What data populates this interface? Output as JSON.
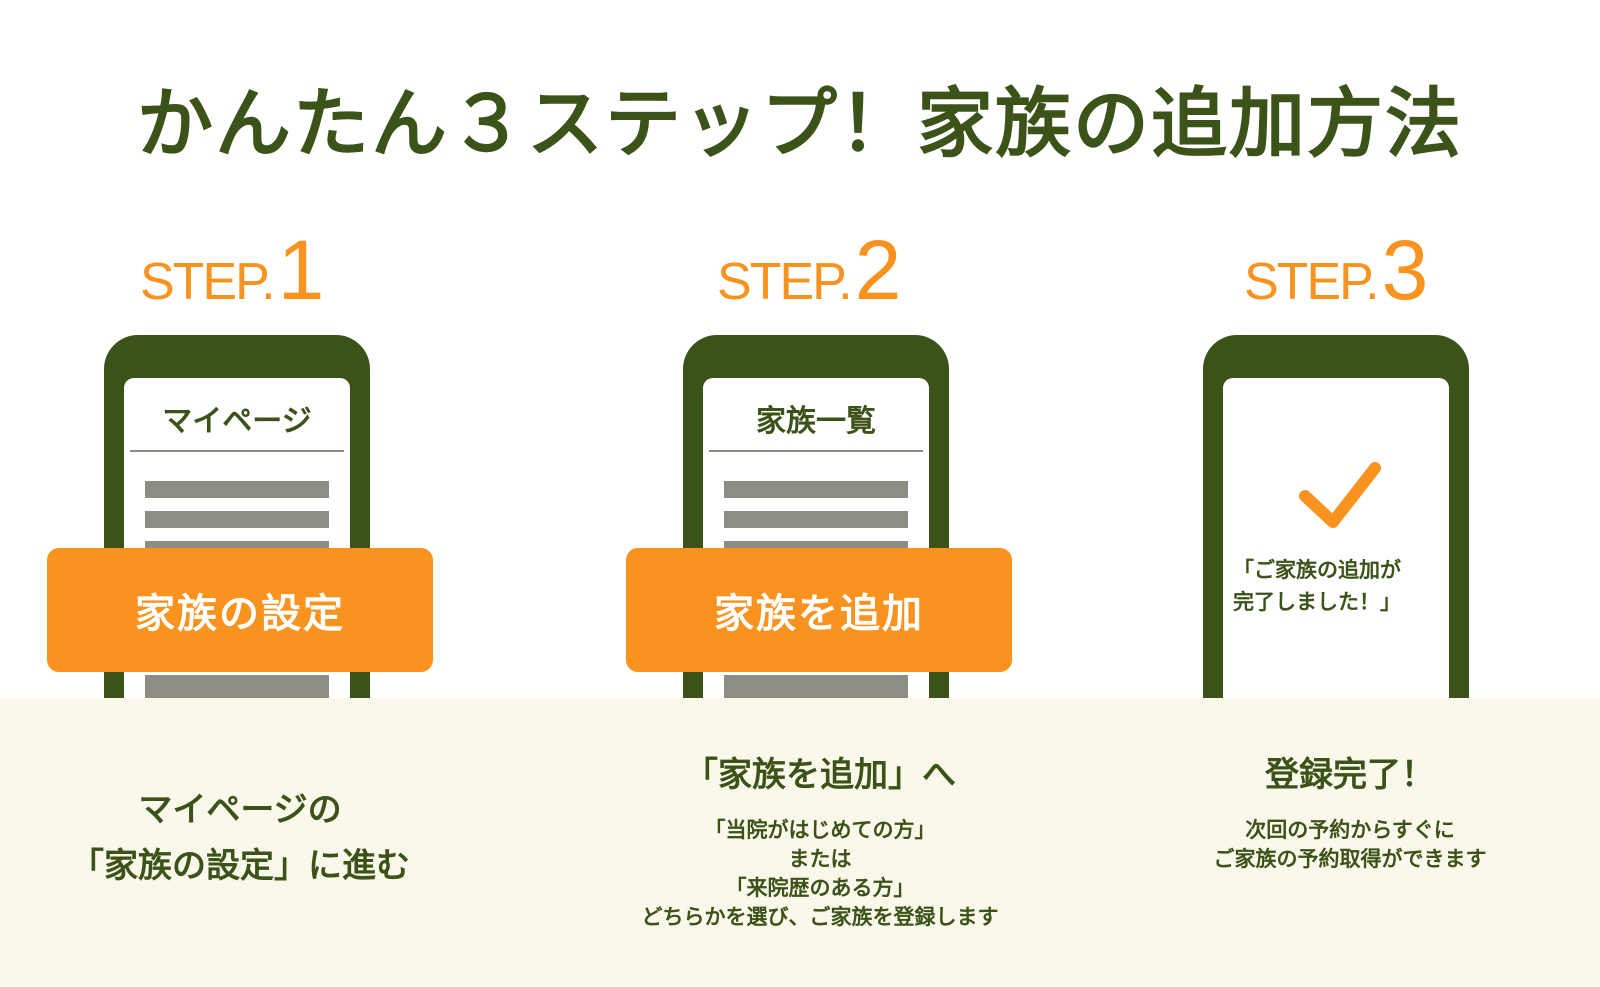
{
  "title": "かんたん３ステップ！家族の追加方法",
  "colors": {
    "dark_green": "#3b5219",
    "orange": "#f7931e",
    "gray_line": "#8d8d84",
    "cream_band": "#faf8ea",
    "white": "#ffffff"
  },
  "steps": [
    {
      "label_word": "STEP.",
      "label_num": "1",
      "phone_screen_title": "マイページ",
      "action_button": "家族の設定",
      "description_lines": [
        "マイページの",
        "「家族の設定」に進む"
      ]
    },
    {
      "label_word": "STEP.",
      "label_num": "2",
      "phone_screen_title": "家族一覧",
      "action_button": "家族を追加",
      "description_heading": "「家族を追加」へ",
      "description_lines": [
        "「当院がはじめての方」",
        "または",
        "「来院歴のある方」",
        "どちらかを選び、ご家族を登録します"
      ]
    },
    {
      "label_word": "STEP.",
      "label_num": "3",
      "phone_icon": "checkmark-icon",
      "phone_message_lines": [
        "「ご家族の追加が",
        "完了しました！」"
      ],
      "description_heading": "登録完了！",
      "description_lines": [
        "次回の予約からすぐに",
        "ご家族の予約取得ができます"
      ]
    }
  ]
}
